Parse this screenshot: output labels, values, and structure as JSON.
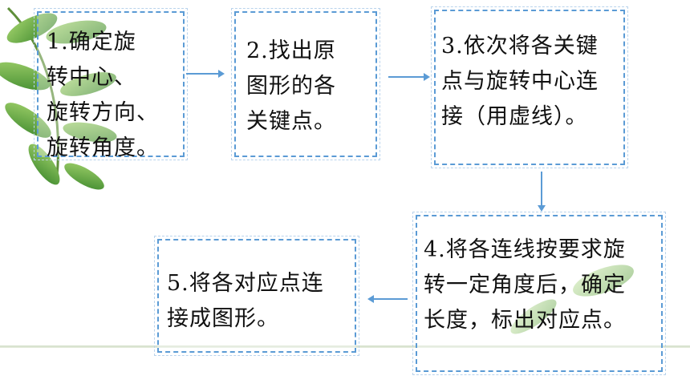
{
  "steps": [
    {
      "id": 1,
      "lines": [
        "1.确定旋",
        "转中心、",
        "旋转方向、",
        "旋转角度。"
      ]
    },
    {
      "id": 2,
      "lines": [
        "2.找出原",
        "图形的各",
        "关键点。"
      ]
    },
    {
      "id": 3,
      "lines": [
        "3.依次将各关键",
        "点与旋转中心连",
        "接（用虚线）。"
      ]
    },
    {
      "id": 4,
      "lines": [
        "4.将各连线按要求旋",
        "转一定角度后，确定",
        "长度，标出对应点。"
      ]
    },
    {
      "id": 5,
      "lines": [
        "5.将各对应点连",
        "接成图形。"
      ]
    }
  ],
  "flow": [
    "1→2",
    "2→3",
    "3→4",
    "4→5"
  ],
  "colors": {
    "box_border": "#5b9bd5",
    "arrow": "#5b9bd5",
    "leaf": "#4e9a3a",
    "text": "#111111"
  }
}
